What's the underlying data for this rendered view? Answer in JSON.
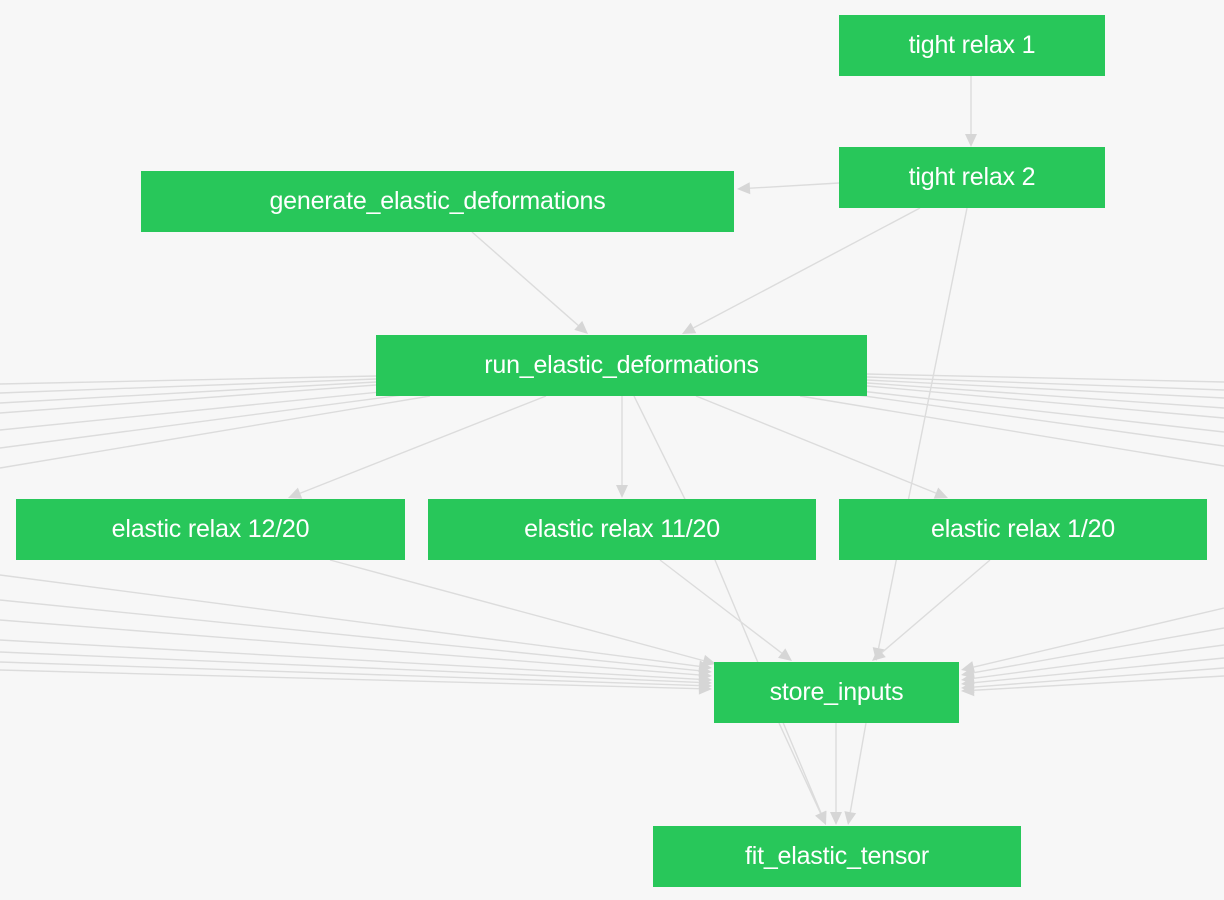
{
  "diagram": {
    "nodes": {
      "tight_relax_1": "tight relax 1",
      "tight_relax_2": "tight relax 2",
      "generate_elastic_deformations": "generate_elastic_deformations",
      "run_elastic_deformations": "run_elastic_deformations",
      "elastic_relax_12": "elastic relax 12/20",
      "elastic_relax_11": "elastic relax 11/20",
      "elastic_relax_1": "elastic relax 1/20",
      "store_inputs": "store_inputs",
      "fit_elastic_tensor": "fit_elastic_tensor"
    },
    "edges": [
      [
        "tight_relax_1",
        "tight_relax_2"
      ],
      [
        "tight_relax_2",
        "generate_elastic_deformations"
      ],
      [
        "tight_relax_2",
        "run_elastic_deformations"
      ],
      [
        "tight_relax_2",
        "store_inputs"
      ],
      [
        "generate_elastic_deformations",
        "run_elastic_deformations"
      ],
      [
        "run_elastic_deformations",
        "elastic_relax_12"
      ],
      [
        "run_elastic_deformations",
        "elastic_relax_11"
      ],
      [
        "run_elastic_deformations",
        "elastic_relax_1"
      ],
      [
        "run_elastic_deformations",
        "fit_elastic_tensor"
      ],
      [
        "elastic_relax_12",
        "store_inputs"
      ],
      [
        "elastic_relax_11",
        "store_inputs"
      ],
      [
        "elastic_relax_1",
        "store_inputs"
      ],
      [
        "store_inputs",
        "fit_elastic_tensor"
      ]
    ],
    "node_color": "#28c75a",
    "edge_color": "#dcdcdc",
    "background_color": "#f7f7f7"
  }
}
